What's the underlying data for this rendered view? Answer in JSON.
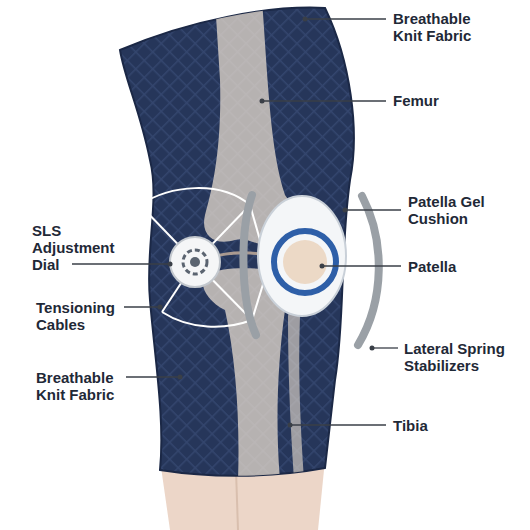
{
  "diagram": {
    "labels": [
      "Breathable Knit Fabric",
      "Femur",
      "Patella Gel Cushion",
      "Patella",
      "SLS Adjustment Dial",
      "Tensioning Cables",
      "Lateral Spring Stabilizers",
      "Breathable Knit Fabric",
      "Tibia"
    ]
  }
}
